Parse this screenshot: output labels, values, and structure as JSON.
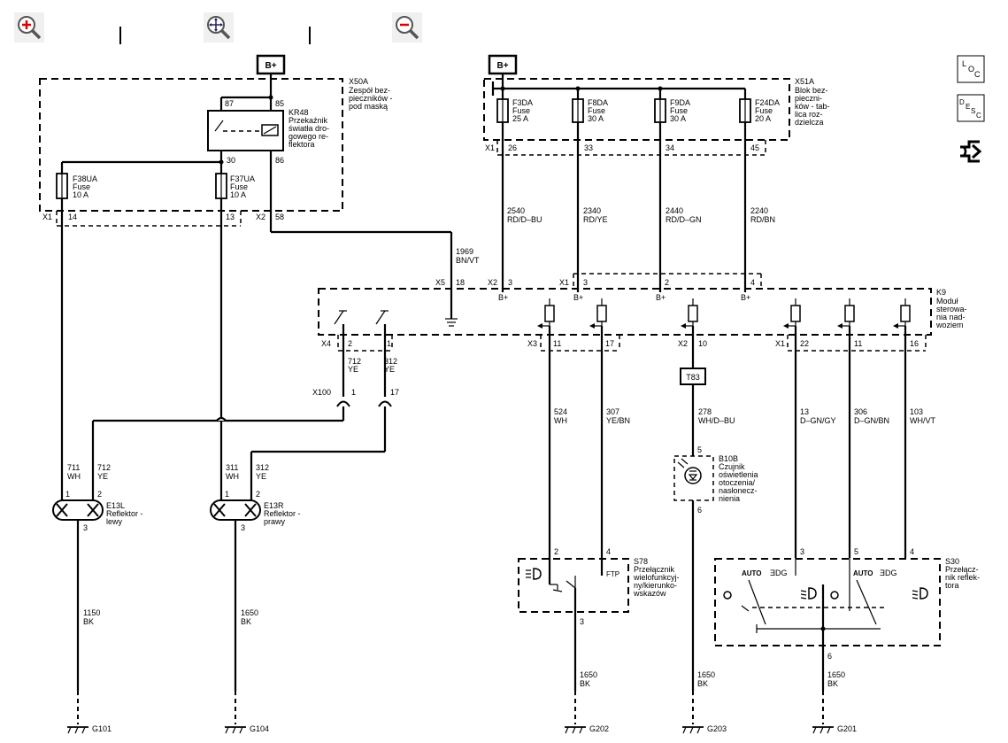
{
  "toolbar": {
    "zoom_in": "zoom-in-icon",
    "pan": "pan-icon",
    "zoom_out": "zoom-out-icon"
  },
  "side_tools": {
    "loc": "LOC",
    "desc": "DESC",
    "connector": "connector-icon"
  },
  "power": {
    "left": "B+",
    "right": "B+"
  },
  "x50a": {
    "id": "X50A",
    "desc": [
      "Zespół bez-",
      "pieczników -",
      "pod maską"
    ],
    "relay": {
      "id": "KR48",
      "desc": [
        "Przekaźnik",
        "światła dro-",
        "gowego re-",
        "flektora"
      ],
      "p87": "87",
      "p85": "85",
      "p30": "30",
      "p86": "86"
    },
    "fuse1": {
      "id": "F38UA",
      "type": "Fuse",
      "rating": "10 A"
    },
    "fuse2": {
      "id": "F37UA",
      "type": "Fuse",
      "rating": "10 A"
    },
    "conn_x1": "X1",
    "pin14": "14",
    "pin13": "13",
    "conn_x2": "X2",
    "pin58": "58"
  },
  "x51a": {
    "id": "X51A",
    "desc": [
      "Blok bez-",
      "pieczni-",
      "ków - tab-",
      "lica roz-",
      "dzielcza"
    ],
    "fuses": [
      {
        "id": "F3DA",
        "type": "Fuse",
        "rating": "25 A",
        "pin": "26",
        "circuit": "2540",
        "color": "RD/D–BU"
      },
      {
        "id": "F8DA",
        "type": "Fuse",
        "rating": "30 A",
        "pin": "33",
        "circuit": "2340",
        "color": "RD/YE"
      },
      {
        "id": "F9DA",
        "type": "Fuse",
        "rating": "30 A",
        "pin": "34",
        "circuit": "2440",
        "color": "RD/D–GN"
      },
      {
        "id": "F24DA",
        "type": "Fuse",
        "rating": "20 A",
        "pin": "45",
        "circuit": "2240",
        "color": "RD/BN"
      }
    ],
    "conn": "X1"
  },
  "wire_1969": {
    "circuit": "1969",
    "color": "BN/VT"
  },
  "k9": {
    "id": "K9",
    "desc": [
      "Moduł",
      "sterowa-",
      "nia nad-",
      "woziem"
    ],
    "top": [
      {
        "conn": "X5",
        "pin": "18"
      },
      {
        "conn": "X2",
        "pin": "3"
      },
      {
        "conn": "X1",
        "pin": "3"
      },
      {
        "conn": "",
        "pin": "2"
      },
      {
        "conn": "",
        "pin": "4"
      }
    ],
    "bplus": "B+",
    "bottom": [
      {
        "conn": "X4",
        "pin": "2"
      },
      {
        "conn": "",
        "pin": "1"
      },
      {
        "conn": "X3",
        "pin": "11"
      },
      {
        "conn": "",
        "pin": "17"
      },
      {
        "conn": "X2",
        "pin": "10"
      },
      {
        "conn": "X1",
        "pin": "22"
      },
      {
        "conn": "",
        "pin": "11"
      },
      {
        "conn": "",
        "pin": "16"
      }
    ]
  },
  "wires": {
    "w712a": {
      "circuit": "712",
      "color": "YE"
    },
    "w312a": {
      "circuit": "312",
      "color": "YE"
    },
    "w524": {
      "circuit": "524",
      "color": "WH"
    },
    "w307": {
      "circuit": "307",
      "color": "YE/BN"
    },
    "w278": {
      "circuit": "278",
      "color": "WH/D–BU"
    },
    "w13": {
      "circuit": "13",
      "color": "D–GN/GY"
    },
    "w306": {
      "circuit": "306",
      "color": "D–GN/BN"
    },
    "w103": {
      "circuit": "103",
      "color": "WH/VT"
    },
    "w711": {
      "circuit": "711",
      "color": "WH"
    },
    "w712b": {
      "circuit": "712",
      "color": "YE"
    },
    "w311": {
      "circuit": "311",
      "color": "WH"
    },
    "w312b": {
      "circuit": "312",
      "color": "YE"
    },
    "w1150": {
      "circuit": "1150",
      "color": "BK"
    },
    "w1650a": {
      "circuit": "1650",
      "color": "BK"
    },
    "w1650b": {
      "circuit": "1650",
      "color": "BK"
    },
    "w1650c": {
      "circuit": "1650",
      "color": "BK"
    },
    "w1650d": {
      "circuit": "1650",
      "color": "BK"
    }
  },
  "x100": {
    "id": "X100",
    "pin1": "1",
    "pin17": "17"
  },
  "t83": "T83",
  "b10b": {
    "id": "B10B",
    "desc": [
      "Czujnik",
      "oświetlenia",
      "otoczenia/",
      "nasłonecz-",
      "nienia"
    ],
    "pin5": "5",
    "pin6": "6"
  },
  "e13l": {
    "id": "E13L",
    "desc": [
      "Reflektor -",
      "lewy"
    ],
    "pin1": "1",
    "pin2": "2",
    "pin3": "3"
  },
  "e13r": {
    "id": "E13R",
    "desc": [
      "Reflektor -",
      "prawy"
    ],
    "pin1": "1",
    "pin2": "2",
    "pin3": "3"
  },
  "s78": {
    "id": "S78",
    "desc": [
      "Przełącznik",
      "wielofunkcyj-",
      "ny/kierunko-",
      "wskazów"
    ],
    "pin2": "2",
    "pin4": "4",
    "pin3": "3",
    "ftp": "FTP"
  },
  "s30": {
    "id": "S30",
    "desc": [
      "Przełącz-",
      "nik reflek-",
      "tora"
    ],
    "pin3": "3",
    "pin5": "5",
    "pin4": "4",
    "pin6": "6",
    "auto1": "AUTO",
    "auto2": "AUTO"
  },
  "grounds": [
    "G101",
    "G104",
    "G202",
    "G203",
    "G201"
  ]
}
